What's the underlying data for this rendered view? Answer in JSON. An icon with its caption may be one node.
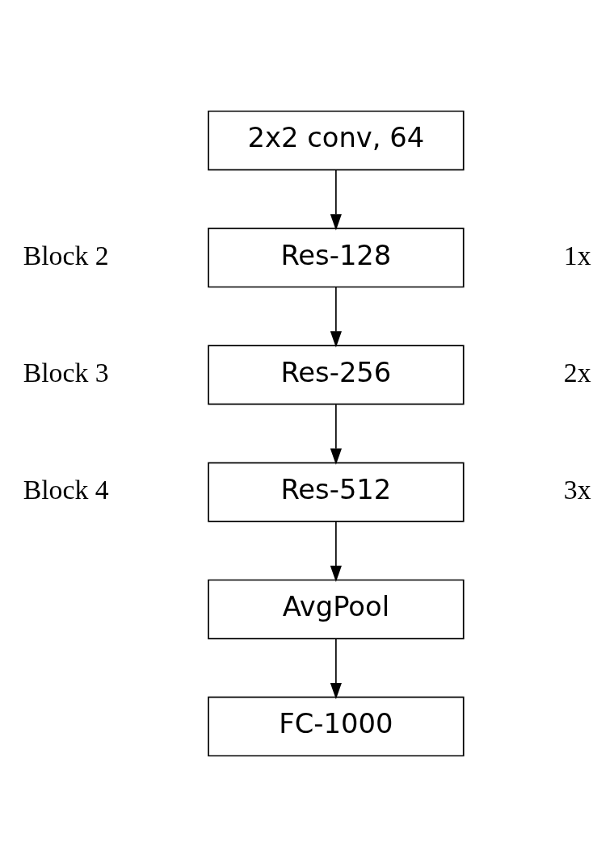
{
  "diagram": {
    "nodes": [
      {
        "text": [
          "2x2 conv, 64"
        ]
      },
      {
        "text": [
          "Res-128"
        ],
        "beside": [
          "Block 2",
          "1x"
        ]
      },
      {
        "text": [
          "Res-256"
        ],
        "beside": [
          "Block 3",
          "2x"
        ]
      },
      {
        "text": [
          "Res-512"
        ],
        "beside": [
          "Block 4",
          "3x"
        ]
      },
      {
        "text": [
          "AvgPool"
        ]
      },
      {
        "text": [
          "FC-1000"
        ]
      }
    ],
    "edges": [
      {
        "from": 0,
        "to": 1,
        "arrow": "to"
      },
      {
        "from": 1,
        "to": 2,
        "arrow": "to"
      },
      {
        "from": 2,
        "to": 3,
        "arrow": "to"
      },
      {
        "from": 3,
        "to": 4,
        "arrow": "to"
      },
      {
        "from": 4,
        "to": 5,
        "arrow": "to"
      }
    ]
  }
}
